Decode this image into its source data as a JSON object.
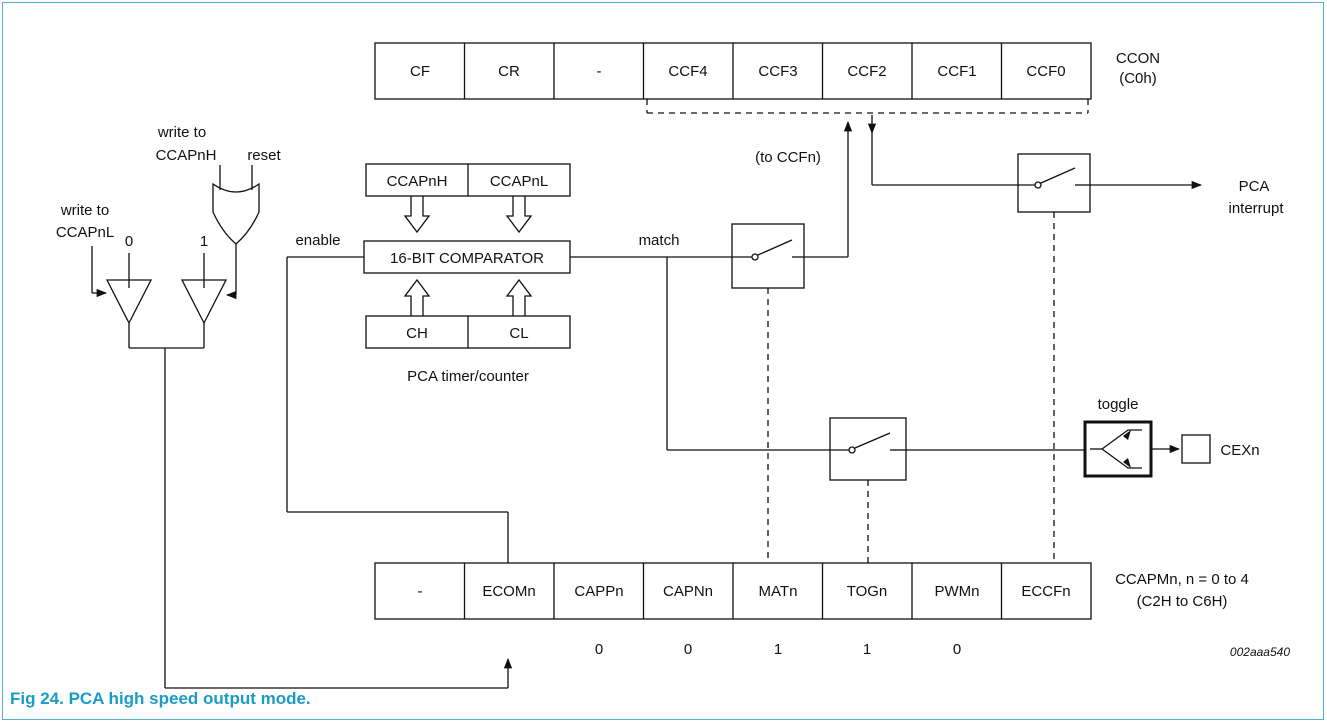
{
  "ccon": {
    "bits": [
      "CF",
      "CR",
      "-",
      "CCF4",
      "CCF3",
      "CCF2",
      "CCF1",
      "CCF0"
    ],
    "name": "CCON",
    "addr": "(C0h)"
  },
  "ccapm": {
    "bits": [
      "-",
      "ECOMn",
      "CAPPn",
      "CAPNn",
      "MATn",
      "TOGn",
      "PWMn",
      "ECCFn"
    ],
    "name": "CCAPMn, n = 0 to 4",
    "addr": "(C2H to C6H)",
    "values": [
      "0",
      "0",
      "1",
      "1",
      "0"
    ]
  },
  "capture_regs": {
    "high": "CCAPnH",
    "low": "CCAPnL"
  },
  "comparator": "16-BIT COMPARATOR",
  "timer_regs": {
    "high": "CH",
    "low": "CL"
  },
  "timer_label": "PCA timer/counter",
  "labels": {
    "write_high_1": "write to",
    "write_high_2": "CCAPnH",
    "reset": "reset",
    "write_low_1": "write to",
    "write_low_2": "CCAPnL",
    "zero": "0",
    "one": "1",
    "enable": "enable",
    "match": "match",
    "to_ccfn": "(to CCFn)",
    "pca_1": "PCA",
    "pca_2": "interrupt",
    "toggle": "toggle",
    "cexn": "CEXn",
    "figure_id": "002aaa540"
  },
  "caption": "Fig 24.  PCA high speed output mode.",
  "colors": {
    "caption": "#1a9bc8",
    "frame": "#5aaecd"
  }
}
